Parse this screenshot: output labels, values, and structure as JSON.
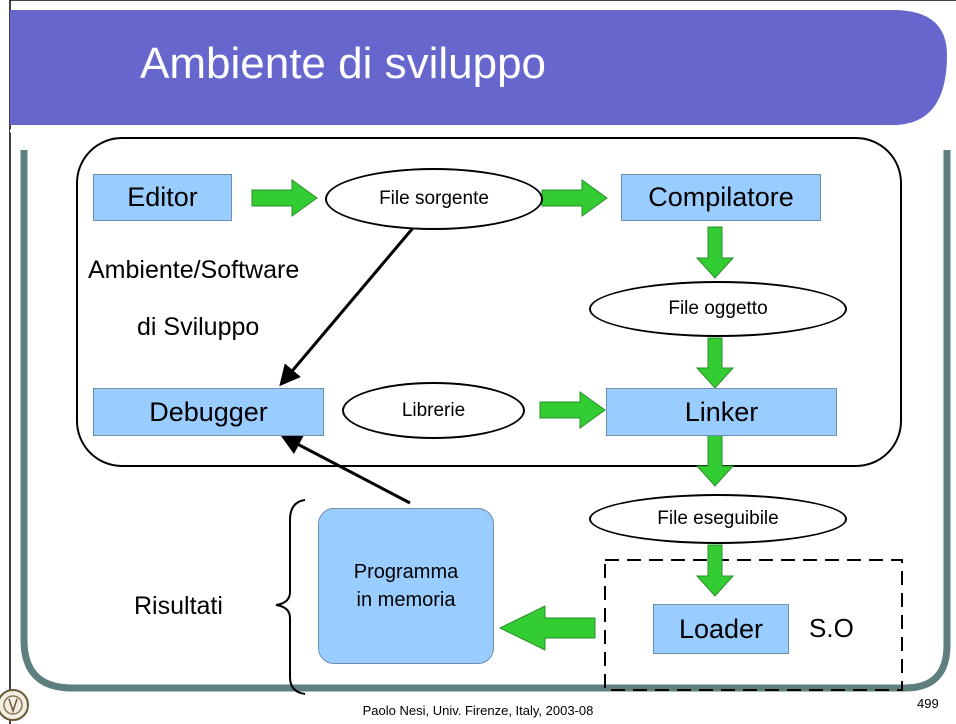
{
  "slide": {
    "title": "Ambiente di sviluppo",
    "footer": "Paolo Nesi, Univ. Firenze, Italy, 2003-08",
    "page_number": "499"
  },
  "nodes": {
    "editor": "Editor",
    "file_sorgente": "File sorgente",
    "compilatore": "Compilatore",
    "file_oggetto": "File oggetto",
    "debugger": "Debugger",
    "librerie": "Librerie",
    "linker": "Linker",
    "file_eseguibile": "File eseguibile",
    "loader": "Loader",
    "so": "S.O",
    "programma_line1": "Programma",
    "programma_line2": "in memoria"
  },
  "labels": {
    "ambiente_line1": "Ambiente/Software",
    "ambiente_line2": "di Sviluppo",
    "risultati": "Risultati"
  },
  "colors": {
    "title_bar": "#6666cc",
    "box_fill": "#99ccff",
    "arrow_green": "#33cc33",
    "frame_gray": "#5f7f7f"
  }
}
